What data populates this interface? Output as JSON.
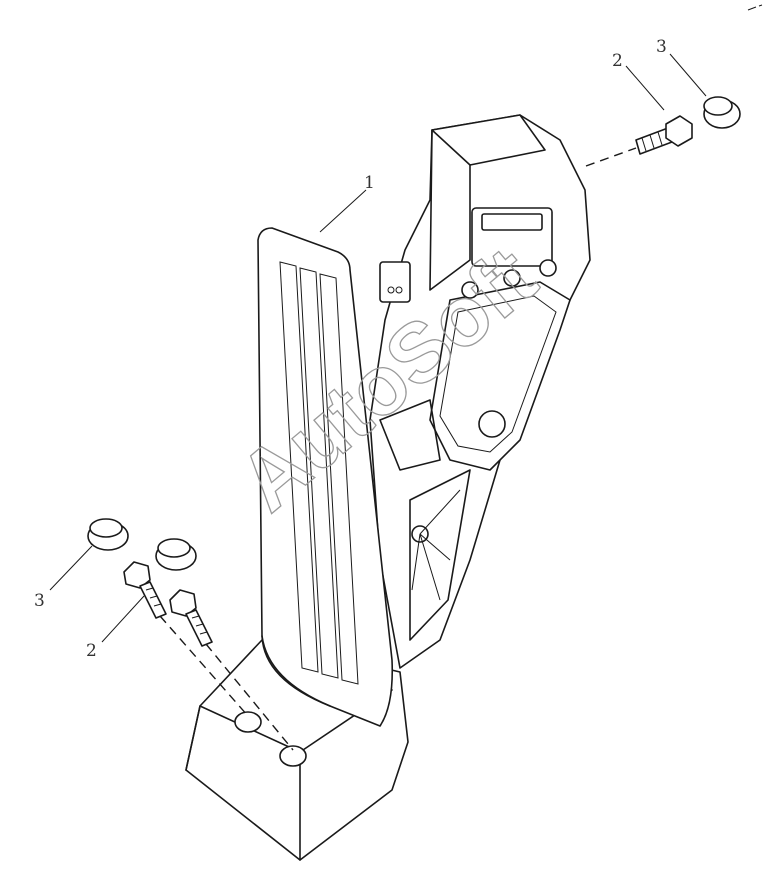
{
  "callouts": {
    "pedal_assembly": "1",
    "bolt_top": "2",
    "nut_top": "3",
    "bolt_left": "2",
    "nut_left": "3"
  },
  "watermark": "AutoSoft"
}
